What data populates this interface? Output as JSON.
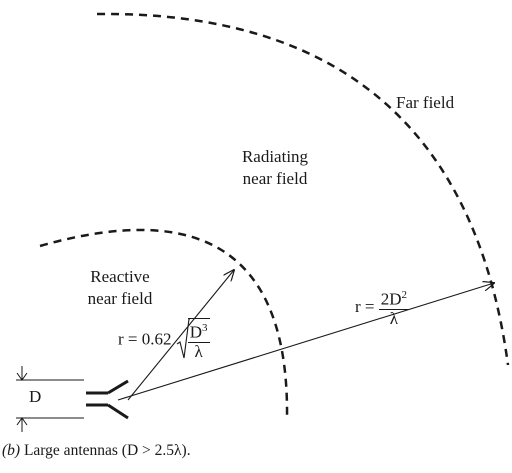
{
  "figure": {
    "region_far": "Far field",
    "region_radiating_1": "Radiating",
    "region_radiating_2": "near field",
    "region_reactive_1": "Reactive",
    "region_reactive_2": "near field",
    "dimension_label": "D",
    "eq_inner_prefix": "r = 0.62",
    "eq_inner_num": "D",
    "eq_inner_exp": "3",
    "eq_inner_den": "λ",
    "eq_outer_prefix": "r =",
    "eq_outer_num": "2D",
    "eq_outer_exp": "2",
    "eq_outer_den": "λ",
    "caption_letter": "(b)",
    "caption_text": " Large antennas (D > 2.5λ)."
  }
}
